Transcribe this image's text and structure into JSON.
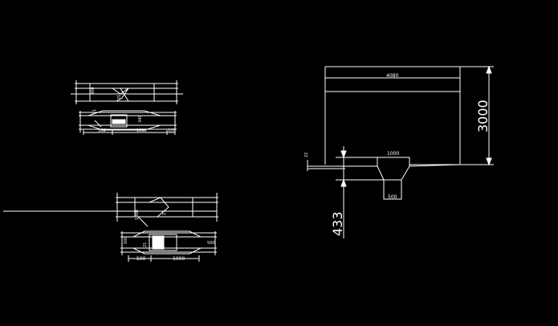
{
  "drawing": {
    "colors": {
      "background": "#000000",
      "linework": "#ffffff"
    },
    "view_a": {
      "top_label": "800",
      "angle_label": "21",
      "side_label": "340",
      "left_label": "500",
      "mid_label": "1000",
      "right_label": "100"
    },
    "view_b": {
      "top_label": "21",
      "mid_label": "1000",
      "side_left": "500",
      "side_right": "500",
      "bottom_left": "500",
      "bottom_right": "1000",
      "vert_label": "21"
    },
    "view_c": {
      "width_label": "4080",
      "height_label": "3000",
      "neck_label": "1000",
      "base_label": "500",
      "left_label": "22",
      "depth_label": "433"
    }
  }
}
